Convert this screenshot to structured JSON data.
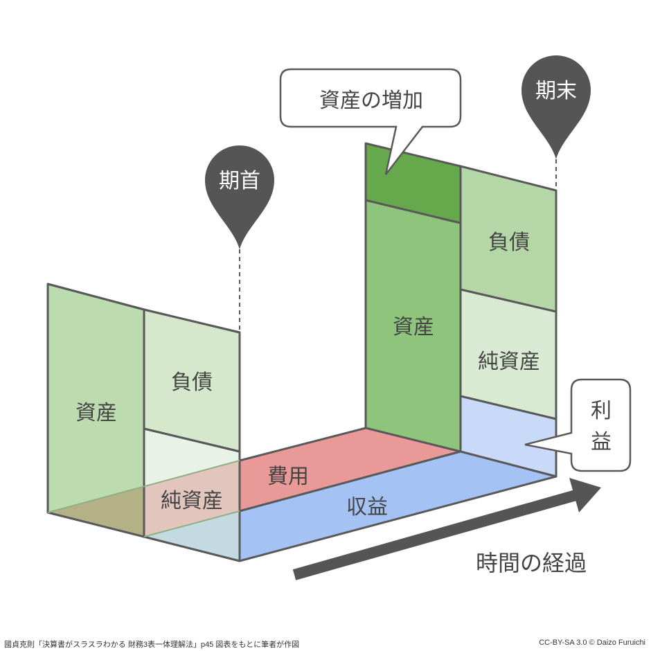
{
  "labels": {
    "start_assets": "資産",
    "start_liabilities": "負債",
    "start_net_assets": "純資産",
    "expenses": "費用",
    "revenue": "収益",
    "end_assets": "資産",
    "end_liabilities": "負債",
    "end_net_assets": "純資産",
    "profit_line1": "利",
    "profit_line2": "益",
    "asset_increase": "資産の増加",
    "pin_start": "期首",
    "pin_end": "期末",
    "time_passage": "時間の経過"
  },
  "footer": {
    "source": "國貞克則「決算書がスラスラわかる 財務3表一体理解法」p45 図表をもとに筆者が作図",
    "license": "CC-BY-SA 3.0 © Daizo Furuichi"
  },
  "colors": {
    "assets": "#bcdcb0",
    "liabilities": "#d5e8cc",
    "net_assets": "#e3f0dd",
    "asset_increase": "#66a84c",
    "end_assets": "#8fc47c",
    "expenses": "#e99696",
    "revenue": "#a4c2f4",
    "profit": "#c9daf8",
    "outline": "#595959"
  }
}
